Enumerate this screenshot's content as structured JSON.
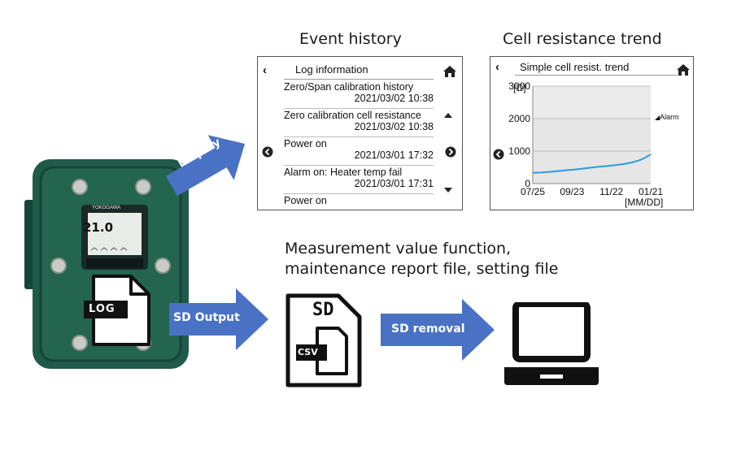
{
  "headers": {
    "event_history": "Event history",
    "cell_resistance_trend": "Cell resistance trend"
  },
  "event_panel": {
    "title": "Log information",
    "events": [
      {
        "label": "Zero/Span calibration history",
        "datetime": "2021/03/02 10:38"
      },
      {
        "label": "Zero calibration cell resistance",
        "datetime": "2021/03/02 10:38"
      },
      {
        "label": "Power on",
        "datetime": "2021/03/01 17:32"
      },
      {
        "label": "Alarm on: Heater temp fail",
        "datetime": "2021/03/01 17:31"
      },
      {
        "label": "Power on",
        "datetime": ""
      }
    ]
  },
  "trend_panel": {
    "title": "Simple cell resist. trend",
    "alarm_label": "Alarm",
    "y_unit": "[Ω]",
    "x_unit": "[MM/DD]"
  },
  "chart_data": {
    "type": "line",
    "title": "Simple cell resist. trend",
    "ylabel": "[Ω]",
    "xlabel": "[MM/DD]",
    "ylim": [
      0,
      3000
    ],
    "yticks": [
      0,
      1000,
      2000,
      3000
    ],
    "xticks": [
      "07/25",
      "09/23",
      "11/22",
      "01/21"
    ],
    "alarm_threshold": 2000,
    "series": [
      {
        "x": [
          0,
          0.07,
          0.14,
          0.21,
          0.28,
          0.35,
          0.42,
          0.49,
          0.56,
          0.63,
          0.7,
          0.77,
          0.84,
          0.9,
          0.95,
          1.0
        ],
        "values": [
          330,
          340,
          360,
          385,
          410,
          430,
          460,
          490,
          520,
          540,
          570,
          600,
          650,
          710,
          790,
          900
        ]
      }
    ],
    "color": "#2a9be0"
  },
  "device": {
    "display_value": "21.0",
    "brand": "YOKOGAWA",
    "log_label": "LOG"
  },
  "arrows": {
    "display": "Display",
    "sd_output": "SD Output",
    "sd_removal": "SD removal"
  },
  "files": {
    "description_line1": "Measurement value function,",
    "description_line2": "maintenance report file, setting file",
    "sd_label": "SD",
    "csv_label": "CSV"
  },
  "colors": {
    "arrow_blue": "#4a72c4",
    "device_green": "#1f5a4a",
    "trend_line": "#2a9be0",
    "alarm_band": "#d8d8d8"
  }
}
